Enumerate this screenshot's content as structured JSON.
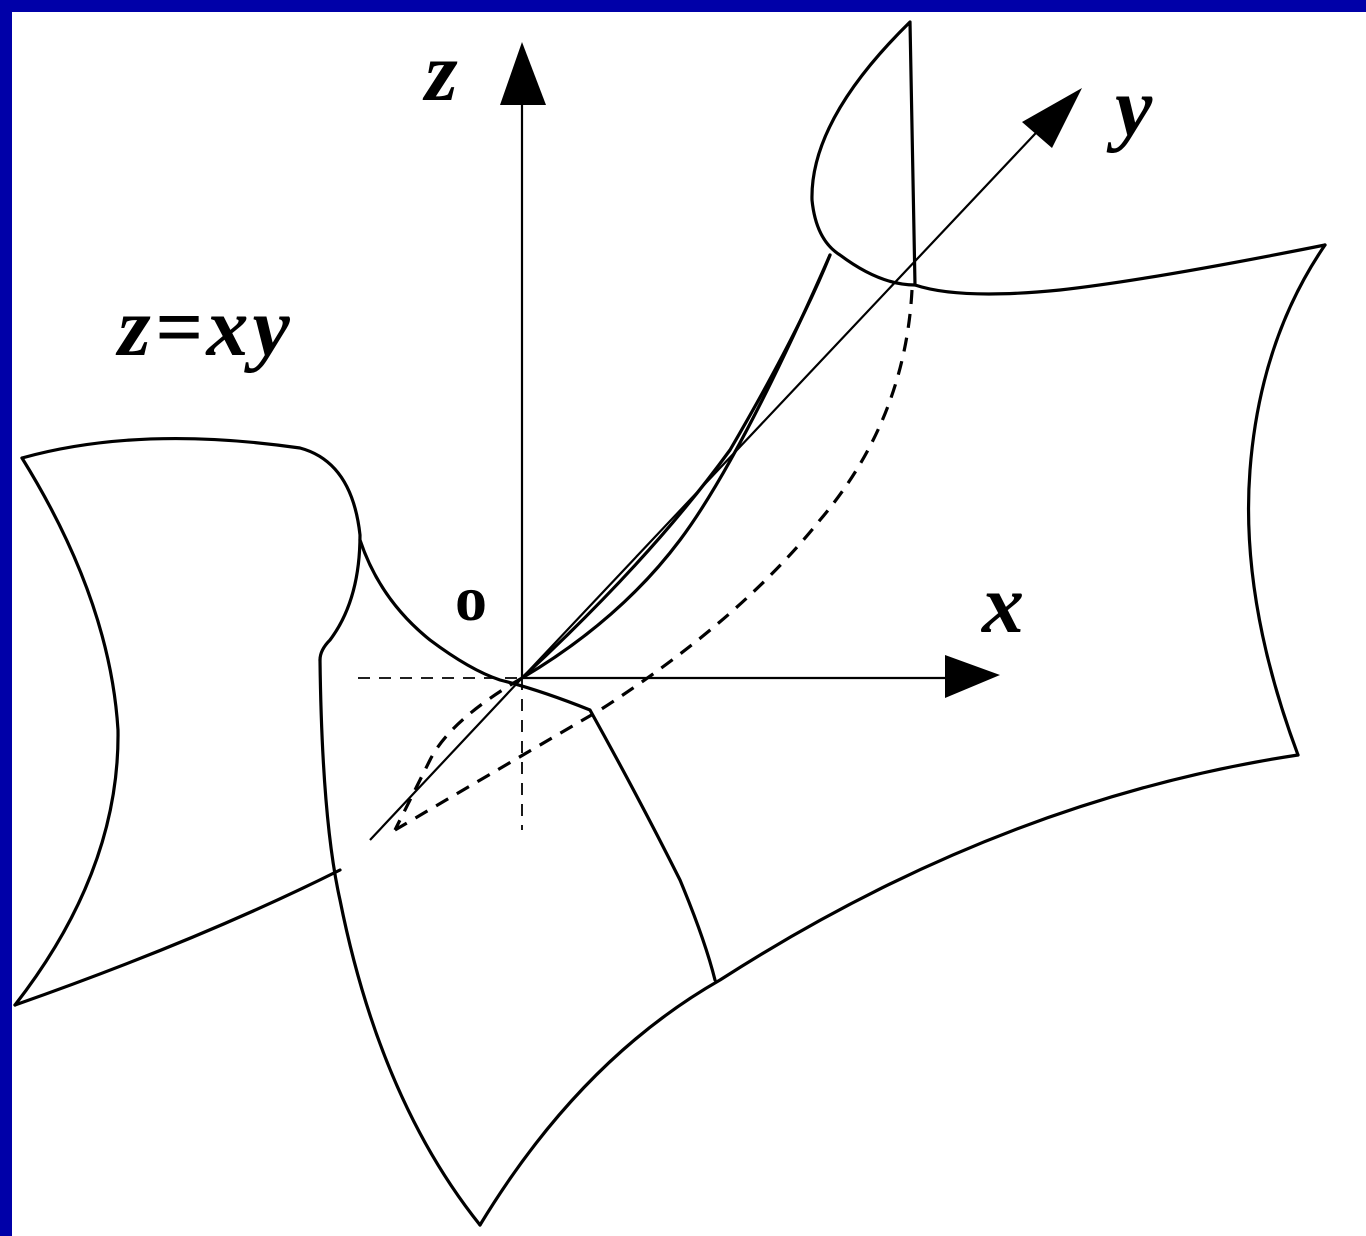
{
  "labels": {
    "equation": "z=xy",
    "z_axis": "z",
    "y_axis": "y",
    "x_axis": "x",
    "origin": "o"
  },
  "colors": {
    "frame": "#0000A8",
    "background": "#FFFFFF",
    "ink": "#000000"
  }
}
